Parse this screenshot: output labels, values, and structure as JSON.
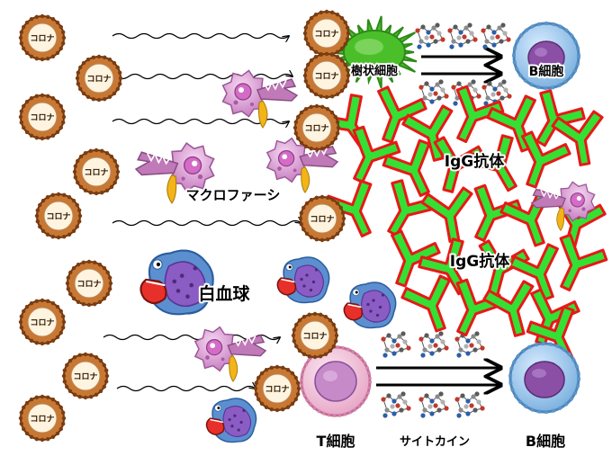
{
  "labels": {
    "virus": "コロナ",
    "dendritic_cell": "樹状細胞",
    "macrophage": "マクロファーシ",
    "igg_upper": "IgG抗体",
    "igg_lower": "IgG抗体",
    "white_blood_cell": "白血球",
    "t_cell": "T細胞",
    "cytokine": "サイトカイン",
    "b_cell_top": "B細胞",
    "b_cell_bottom": "B細胞"
  },
  "colors": {
    "virus_body": "#c87833",
    "virus_rim": "#6b3410",
    "virus_face": "#fff4df",
    "dendritic": "#4bbf2a",
    "macrophage_body": "#d88ad0",
    "macrophage_arm": "#c07ab8",
    "antibody_fill": "#34e034",
    "antibody_outline": "#e81818",
    "b_cell": "#9ec9ec",
    "t_cell": "#f3c9dc",
    "nucleus": "#8b4fa6",
    "wbc_body": "#5b8fd0",
    "wbc_spots": "#8a5cc4",
    "wbc_mouth": "#e8302a",
    "arrow": "#000000"
  }
}
